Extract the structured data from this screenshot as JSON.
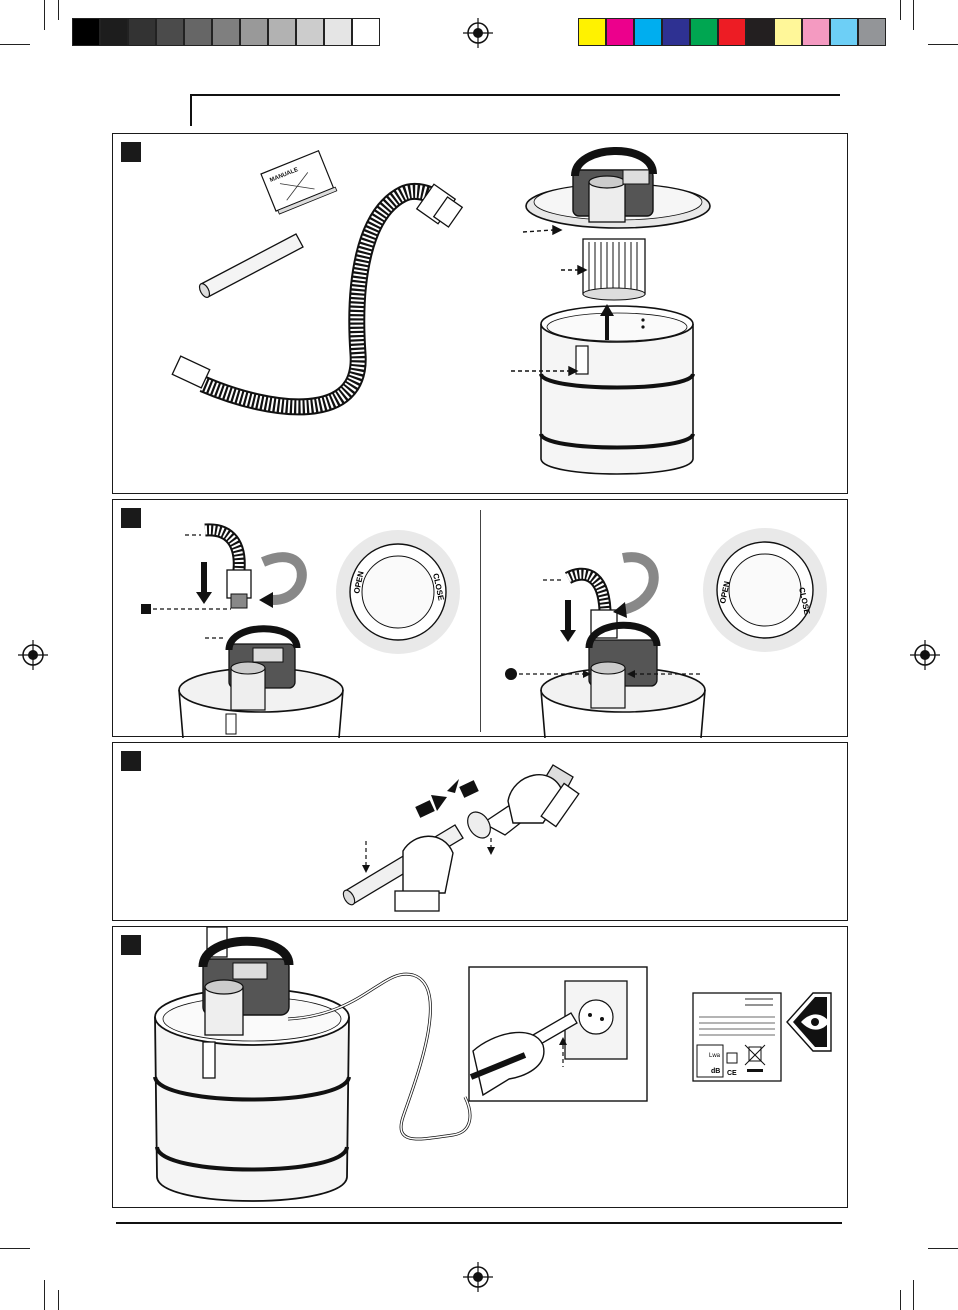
{
  "manual_label": "MANUALE",
  "dial_left": {
    "open": "OPEN",
    "close": "CLOSE"
  },
  "dial_right": {
    "open": "OPEN",
    "close": "CLOSE"
  },
  "rating_plate": {
    "lwa": "Lwa",
    "db": "dB",
    "ce": "CE"
  },
  "colors": {
    "gray_bar": [
      "#000000",
      "#1d1d1d",
      "#333333",
      "#4b4b4b",
      "#666666",
      "#7f7f7f",
      "#999999",
      "#b2b2b2",
      "#cccccc",
      "#e5e5e5",
      "#ffffff"
    ],
    "color_bar": [
      "#fff200",
      "#ec008c",
      "#00aeef",
      "#2e3192",
      "#00a651",
      "#ed1c24",
      "#231f20",
      "#fff799",
      "#f49ac1",
      "#6dcff6",
      "#939598"
    ]
  },
  "icons": [
    "registration-mark-icon",
    "eye-icon",
    "plug-icon",
    "ce-mark-icon",
    "weee-bin-icon"
  ]
}
